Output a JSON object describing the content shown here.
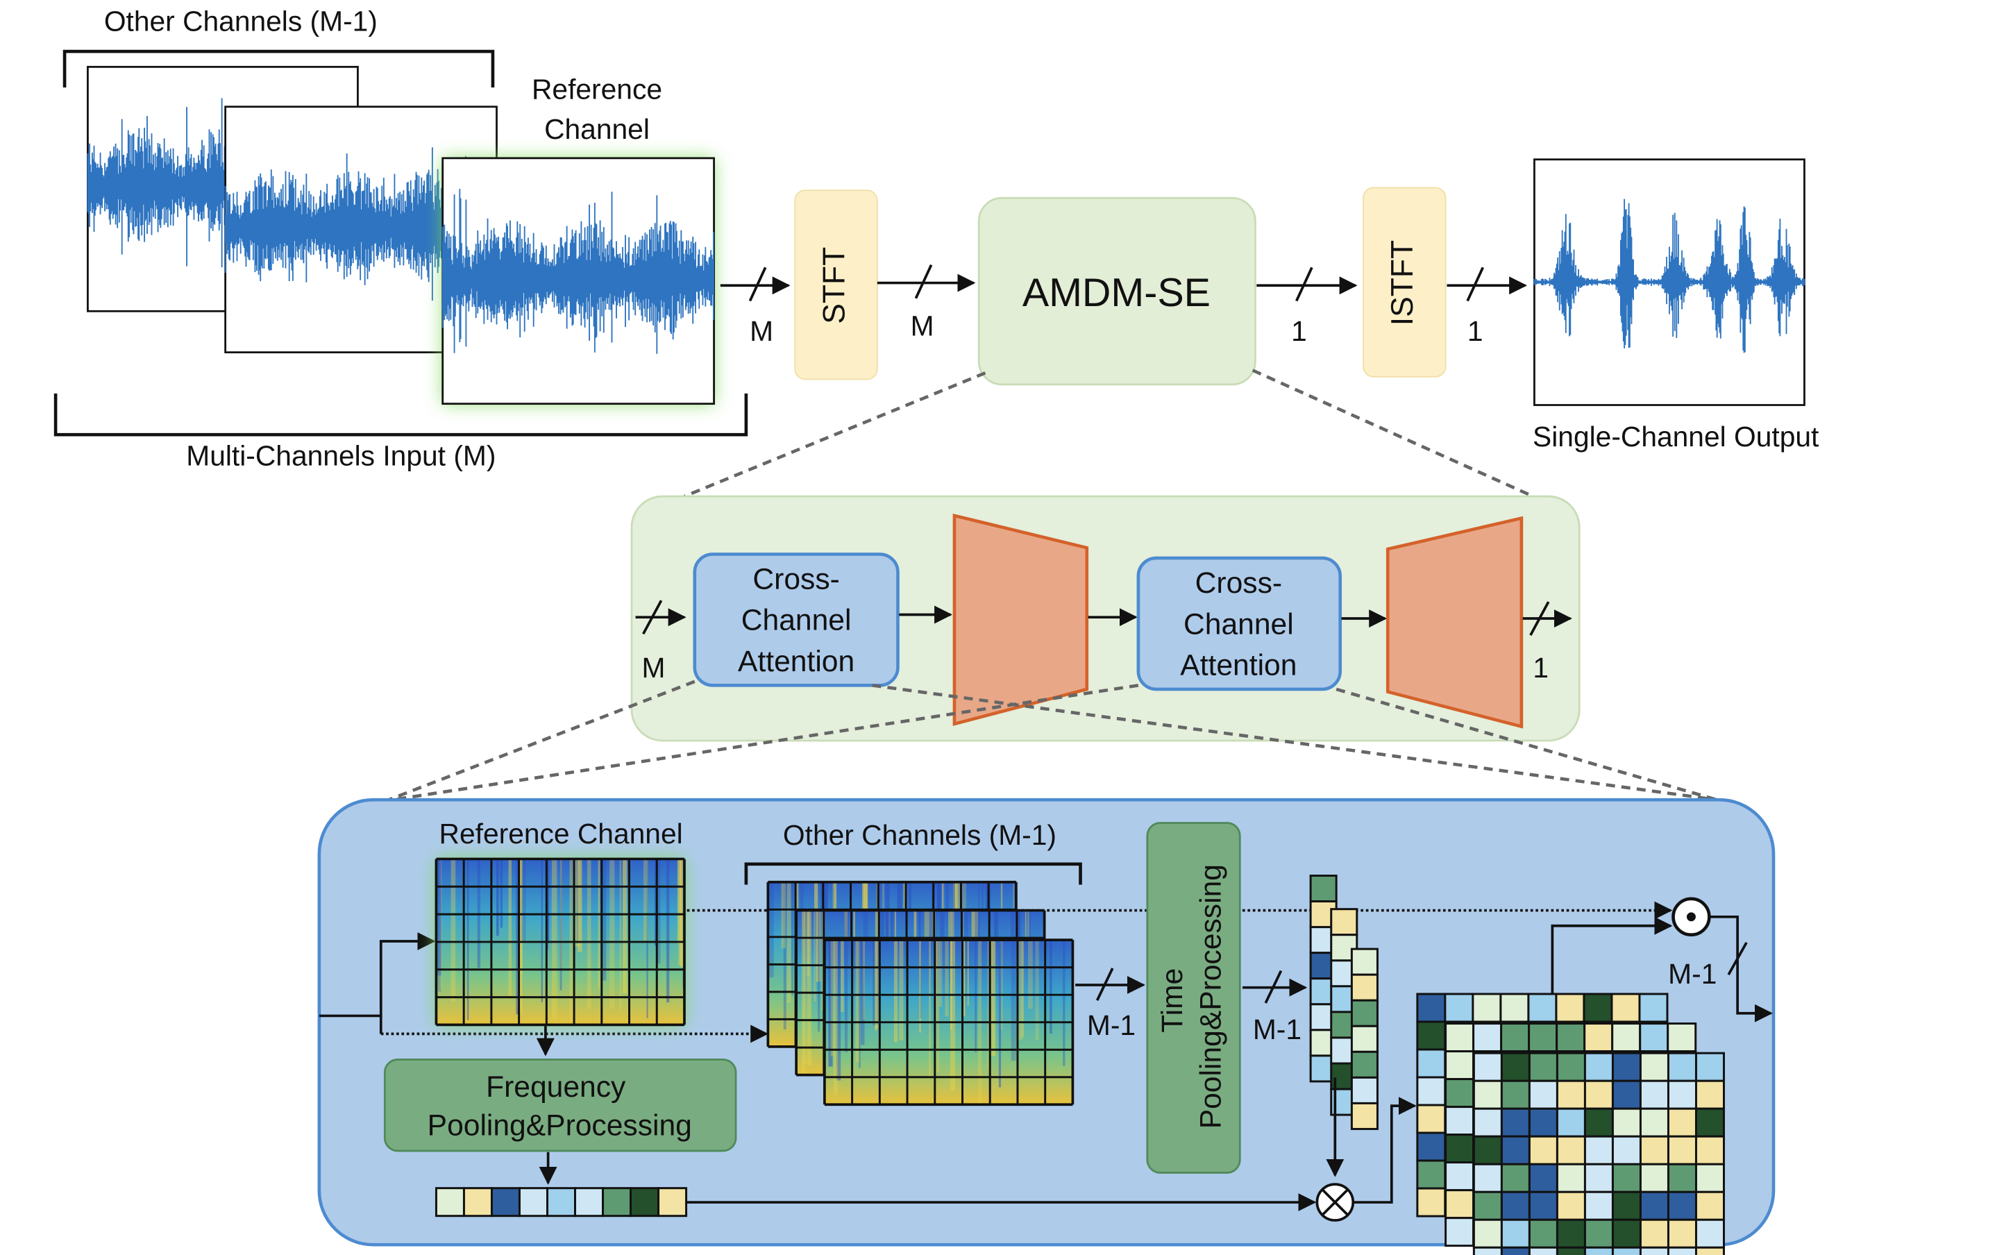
{
  "top": {
    "other_channels": "Other Channels (M-1)",
    "reference_channel_line1": "Reference",
    "reference_channel_line2": "Channel",
    "multi_input": "Multi-Channels Input (M)",
    "stft": "STFT",
    "istft": "ISTFT",
    "model": "AMDM-SE",
    "single_output": "Single-Channel Output",
    "m": "M",
    "one": "1"
  },
  "middle": {
    "cca1": [
      "Cross-",
      "Channel",
      "Attention"
    ],
    "cca2": [
      "Cross-",
      "Channel",
      "Attention"
    ],
    "m": "M",
    "one": "1"
  },
  "bottom": {
    "reference_channel": "Reference Channel",
    "other_channels": "Other Channels (M-1)",
    "freq_pool": [
      "Frequency",
      "Pooling&Processing"
    ],
    "time_pool": [
      "Time",
      "Pooling&Processing"
    ],
    "m_minus_1": "M-1"
  },
  "colors": {
    "waveform": "#2e74c0",
    "stft_box": "#fdf0c8",
    "model_box": "#e3eed6",
    "expanded_box": "#e4efdc",
    "cca_box": "#aecbea",
    "trapezoid": "#e8a888",
    "trapezoid_stroke": "#d4622a",
    "detail_bg": "#aecbea",
    "pooling_box": "#7aac82",
    "glow": "#7ed957"
  },
  "icons": [
    "slash-icon",
    "dot-product-icon",
    "multiply-icon",
    "arrow-icon"
  ]
}
